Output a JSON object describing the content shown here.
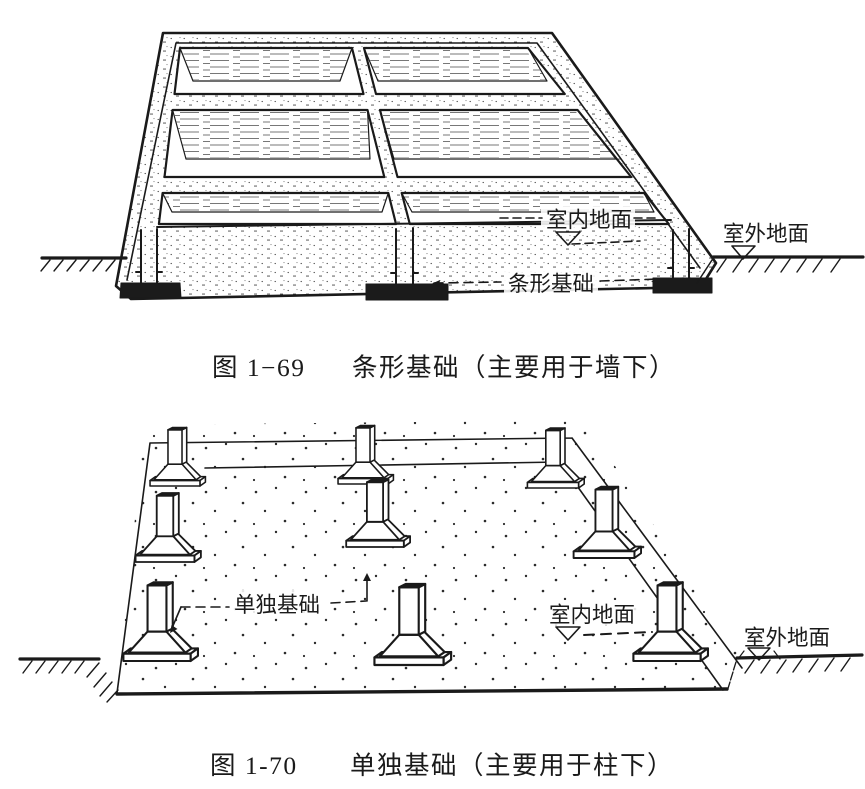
{
  "colors": {
    "ink": "#1a1a1a",
    "paper": "#ffffff"
  },
  "figure_top": {
    "labels": {
      "indoor_ground": "室内地面",
      "outdoor_ground": "室外地面",
      "strip_foundation": "条形基础"
    },
    "caption_number": "图 1−69",
    "caption_title": "条形基础（主要用于墙下）"
  },
  "figure_bottom": {
    "labels": {
      "isolated_foundation": "单独基础",
      "indoor_ground": "室内地面",
      "outdoor_ground": "室外地面"
    },
    "caption_number": "图 1-70",
    "caption_title": "单独基础（主要用于柱下）"
  }
}
